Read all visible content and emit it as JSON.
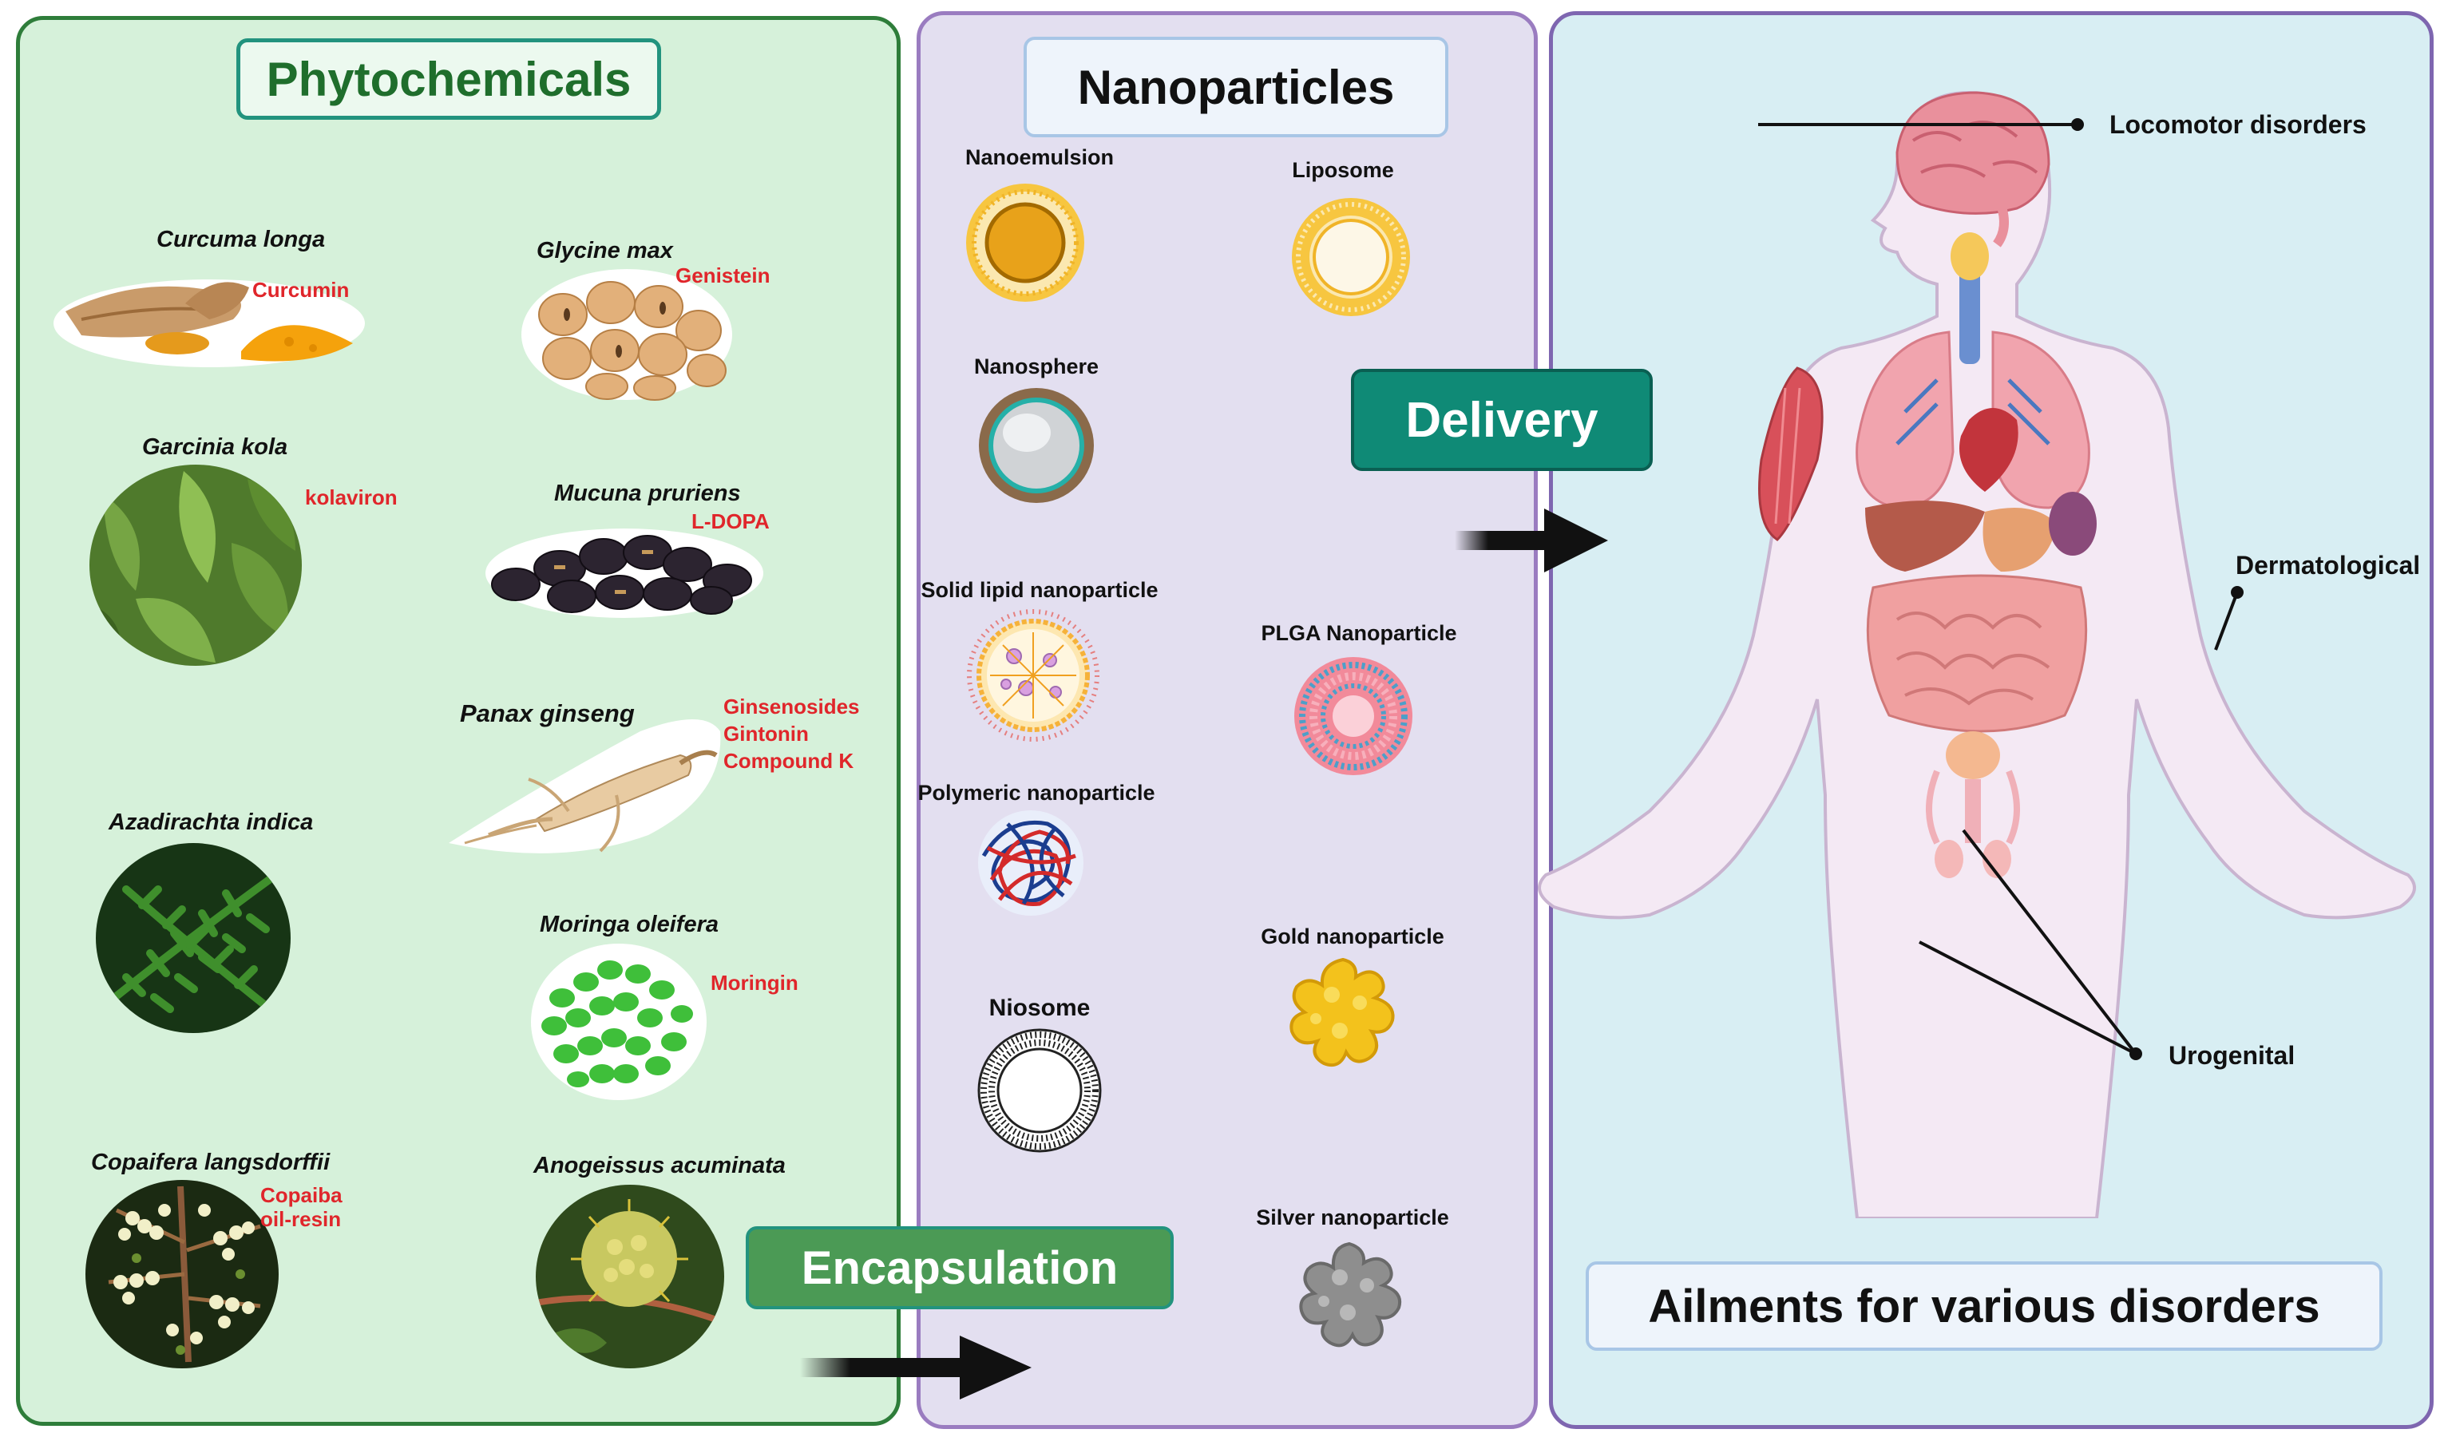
{
  "panels": {
    "phytochemicals": {
      "title": "Phytochemicals",
      "plants": [
        {
          "name": "Curcuma longa",
          "compounds": [
            "Curcumin"
          ]
        },
        {
          "name": "Glycine max",
          "compounds": [
            "Genistein"
          ]
        },
        {
          "name": "Garcinia kola",
          "compounds": [
            "kolaviron"
          ]
        },
        {
          "name": "Mucuna pruriens",
          "compounds": [
            "L-DOPA"
          ]
        },
        {
          "name": "Panax ginseng",
          "compounds": [
            "Ginsenosides",
            "Gintonin",
            "Compound K"
          ]
        },
        {
          "name": "Azadirachta indica",
          "compounds": []
        },
        {
          "name": "Moringa oleifera",
          "compounds": [
            "Moringin"
          ]
        },
        {
          "name": "Copaifera langsdorffii",
          "compounds": [
            "Copaiba",
            "oil-resin"
          ]
        },
        {
          "name": "Anogeissus acuminata",
          "compounds": []
        }
      ]
    },
    "nanoparticles": {
      "title": "Nanoparticles",
      "items": [
        "Nanoemulsion",
        "Liposome",
        "Nanosphere",
        "Solid lipid nanoparticle",
        "PLGA Nanoparticle",
        "Polymeric nanoparticle",
        "Gold nanoparticle",
        "Niosome",
        "Silver nanoparticle"
      ]
    },
    "ailments": {
      "title": "Ailments for various disorders",
      "annotations": [
        "Locomotor  disorders",
        "Dermatological",
        "Urogenital"
      ]
    }
  },
  "process": {
    "encapsulation": "Encapsulation",
    "delivery": "Delivery"
  },
  "colors": {
    "phyto_bg": "#d6f1da",
    "phyto_border": "#2e7d3a",
    "nano_bg": "#e3dff0",
    "nano_border": "#9a7cc0",
    "ailment_bg": "#d8eef3",
    "ailment_border": "#7e66b0",
    "teal": "#0f8a76",
    "green_label": "#4b9a55",
    "compound_red": "#e0262b"
  }
}
